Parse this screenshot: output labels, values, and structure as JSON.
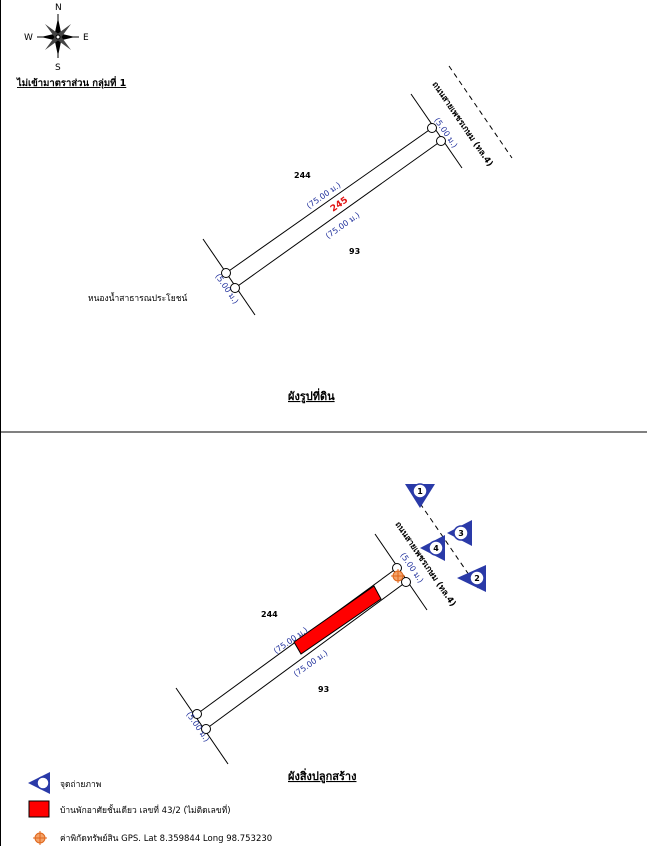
{
  "compass": {
    "n": "N",
    "s": "S",
    "e": "E",
    "w": "W"
  },
  "note_title": "ไม่เข้ามาตราส่วน กลุ่มที่ 1",
  "plan1": {
    "road_label": "ถนนสายเพชรเกษม (ทล.4)",
    "width_top": "(5.00 ม.)",
    "width_bottom": "(5.00 ม.)",
    "length_upper": "(75.00 ม.)",
    "length_lower": "(75.00 ม.)",
    "parcel_id": "245",
    "north_neighbor": "244",
    "south_neighbor": "93",
    "west_neighbor": "หนองน้ำสาธารณประโยชน์",
    "caption": "ผังรูปที่ดิน"
  },
  "plan2": {
    "road_label": "ถนนสายเพชรเกษม (ทล.4)",
    "width_top": "(5.00 ม.)",
    "width_bottom": "(5.00 ม.)",
    "length_upper": "(75.00 ม.)",
    "length_lower": "(75.00 ม.)",
    "north_neighbor": "244",
    "south_neighbor": "93",
    "photo_points": [
      "1",
      "2",
      "3",
      "4"
    ],
    "caption": "ผังสิ่งปลูกสร้าง"
  },
  "legend": {
    "photo_point": "จุดถ่ายภาพ",
    "house": "บ้านพักอาศัยชั้นเดียว เลขที่ 43/2 (ไม่ติดเลขที่)",
    "gps": "ค่าพิกัดทรัพย์สิน GPS. Lat 8.359844 Long 98.753230"
  },
  "colors": {
    "house": "#ff0000",
    "marker": "#2a3aa8",
    "gps": "#f07a1a",
    "dim_text": "#1f2f9c"
  }
}
